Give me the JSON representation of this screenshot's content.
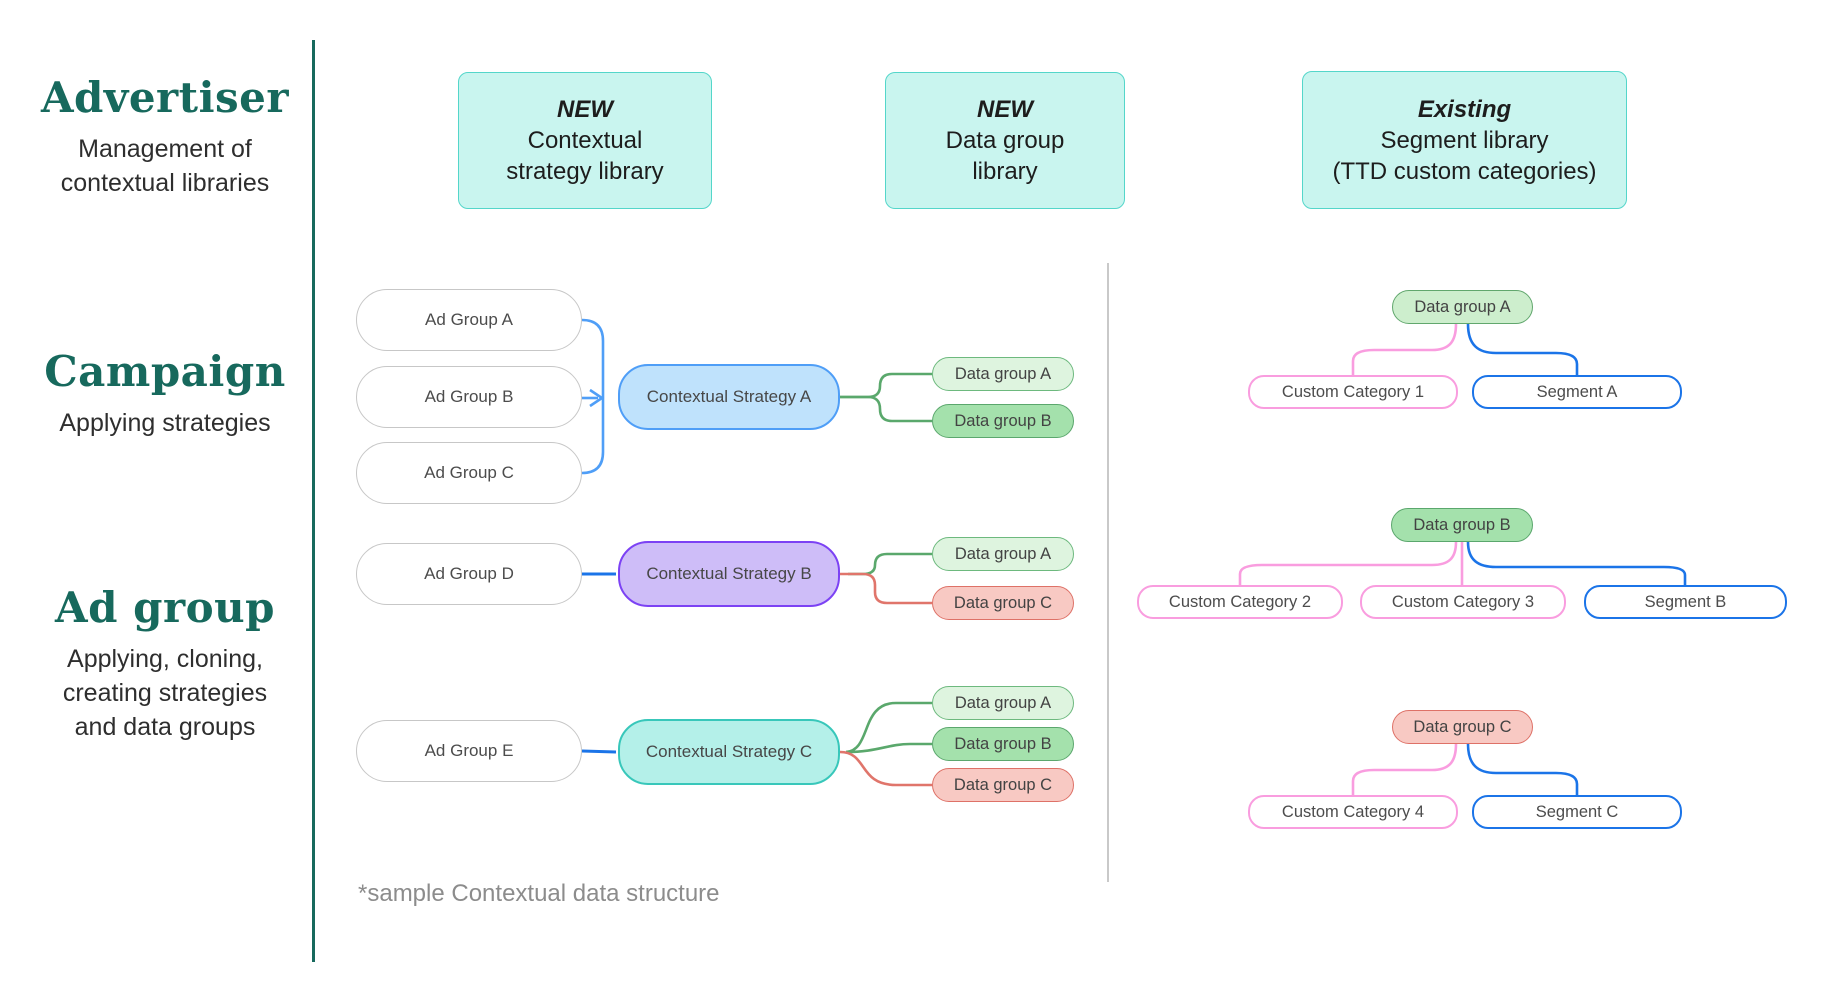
{
  "palette": {
    "teal_heading": "#17695d",
    "library_fill": "#c9f5ef",
    "library_border": "#54d6ca",
    "strategy_a_blue": "#4f9ef7",
    "strategy_b_purple": "#7c42f4",
    "strategy_c_teal": "#38c7ba",
    "green_light": "#def4df",
    "green_mid": "#a4e1ac",
    "red_light": "#f8c9c3",
    "pink": "#f99ddf",
    "segment_blue": "#1b74e8",
    "connector_green": "#5aa86c",
    "connector_red": "#e0756b",
    "gray_divider": "#c9c9c9"
  },
  "sidebar": {
    "sections": [
      {
        "title": "Advertiser",
        "subtitle": "Management of\ncontextual libraries"
      },
      {
        "title": "Campaign",
        "subtitle": "Applying strategies"
      },
      {
        "title": "Ad group",
        "subtitle": "Applying, cloning,\ncreating strategies\nand data groups"
      }
    ]
  },
  "libraries": [
    {
      "tag": "NEW",
      "name": "Contextual\nstrategy library"
    },
    {
      "tag": "NEW",
      "name": "Data group\nlibrary"
    },
    {
      "tag": "Existing",
      "name": "Segment library\n(TTD custom categories)"
    }
  ],
  "diagram": {
    "ad_groups": [
      "Ad Group A",
      "Ad Group B",
      "Ad Group C",
      "Ad Group D",
      "Ad Group E"
    ],
    "strategies": [
      "Contextual Strategy A",
      "Contextual Strategy B",
      "Contextual Strategy C"
    ],
    "outputs": [
      [
        "Data group A",
        "Data group B"
      ],
      [
        "Data group A",
        "Data group C"
      ],
      [
        "Data group A",
        "Data group B",
        "Data group C"
      ]
    ],
    "trees": [
      {
        "parent": "Data group A",
        "children": [
          "Custom Category 1",
          "Segment A"
        ]
      },
      {
        "parent": "Data group B",
        "children": [
          "Custom Category 2",
          "Custom Category 3",
          "Segment B"
        ]
      },
      {
        "parent": "Data group C",
        "children": [
          "Custom Category 4",
          "Segment C"
        ]
      }
    ]
  },
  "footnote": "*sample Contextual data structure"
}
